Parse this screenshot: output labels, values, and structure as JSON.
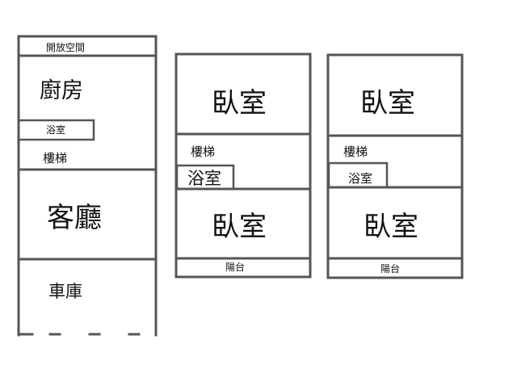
{
  "floor1": {
    "open_space": "開放空間",
    "kitchen": "廚房",
    "bathroom": "浴室",
    "stairs": "樓梯",
    "living_room": "客廳",
    "garage": "車庫"
  },
  "floor2": {
    "bedroom_top": "臥室",
    "stairs": "樓梯",
    "bathroom": "浴室",
    "bedroom_bottom": "臥室",
    "balcony": "陽台"
  },
  "floor3": {
    "bedroom_top": "臥室",
    "stairs": "樓梯",
    "bathroom": "浴室",
    "bedroom_bottom": "臥室",
    "balcony": "陽台"
  },
  "colors": {
    "wall": "#555555",
    "text": "#111111",
    "background": "#ffffff"
  }
}
